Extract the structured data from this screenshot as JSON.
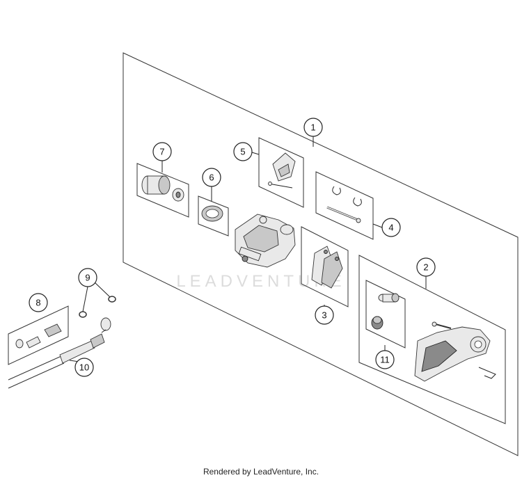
{
  "watermark": "LEADVENTURE",
  "footer": "Rendered by LeadVenture, Inc.",
  "callouts": [
    "1",
    "2",
    "3",
    "4",
    "5",
    "6",
    "7",
    "8",
    "9",
    "10",
    "11"
  ]
}
